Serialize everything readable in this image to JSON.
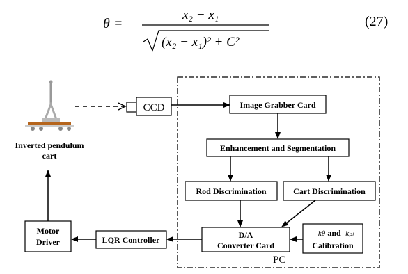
{
  "equation": {
    "lhs": "θ =",
    "numerator": "x₂ − x₁",
    "denominator": "(x₂ − x₁)² + C²",
    "number": "(27)"
  },
  "diagram": {
    "ccd": "CCD",
    "image_grabber": "Image Grabber Card",
    "enhancement": "Enhancement and Segmentation",
    "rod": "Rod Discrimination",
    "cart_disc": "Cart Discrimination",
    "da_line1": "D/A",
    "da_line2": "Converter Card",
    "calib_k1": "kθ",
    "calib_and": "and",
    "calib_k2": "kₚₗ",
    "calib_line2": "Calibration",
    "lqr": "LQR Controller",
    "motor_line1": "Motor",
    "motor_line2": "Driver",
    "pendulum_line1": "Inverted pendulum",
    "pendulum_line2": "cart",
    "pc": "PC"
  }
}
